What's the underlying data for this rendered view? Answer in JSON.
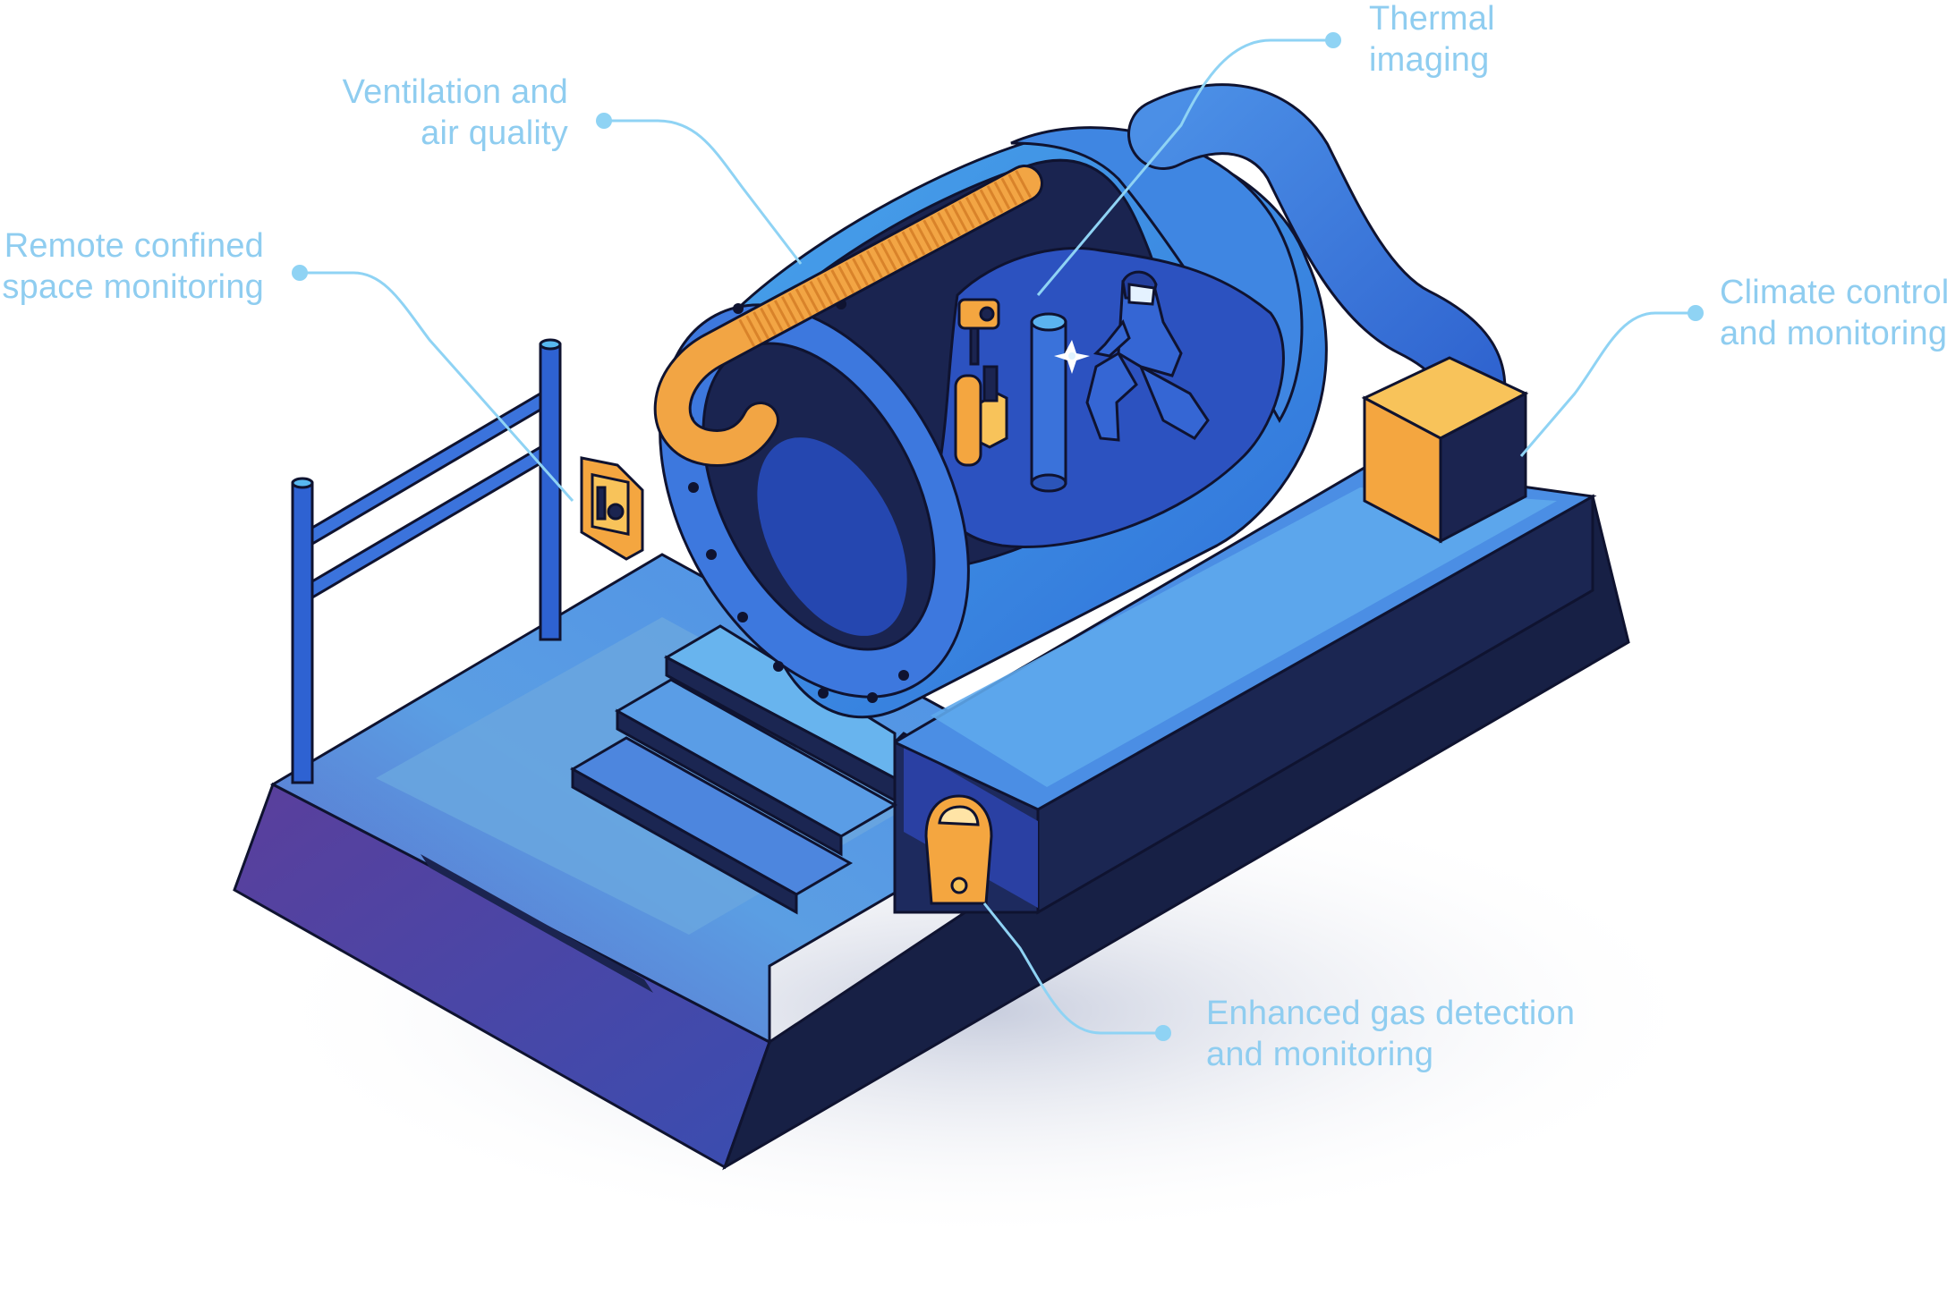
{
  "callouts": {
    "thermal": {
      "line1": "Thermal",
      "line2": "imaging"
    },
    "ventilation": {
      "line1": "Ventilation and",
      "line2": "air quality"
    },
    "remote": {
      "line1": "Remote confined",
      "line2": "space monitoring"
    },
    "climate": {
      "line1": "Climate control",
      "line2": "and monitoring"
    },
    "gas": {
      "line1": "Enhanced gas detection",
      "line2": "and monitoring"
    }
  },
  "colors": {
    "callout_text": "#8fcdf0",
    "leader_line": "#8fd3f4",
    "platform_blue": "#3f6fd6",
    "deep_navy": "#1b2350",
    "accent_orange": "#f4a640"
  },
  "icons": [
    "confined-space-monitor-icon",
    "thermal-camera-icon",
    "gas-cylinder-icon",
    "welder-figure-icon",
    "climate-unit-icon",
    "gas-detector-icon",
    "ventilation-hose-icon"
  ]
}
